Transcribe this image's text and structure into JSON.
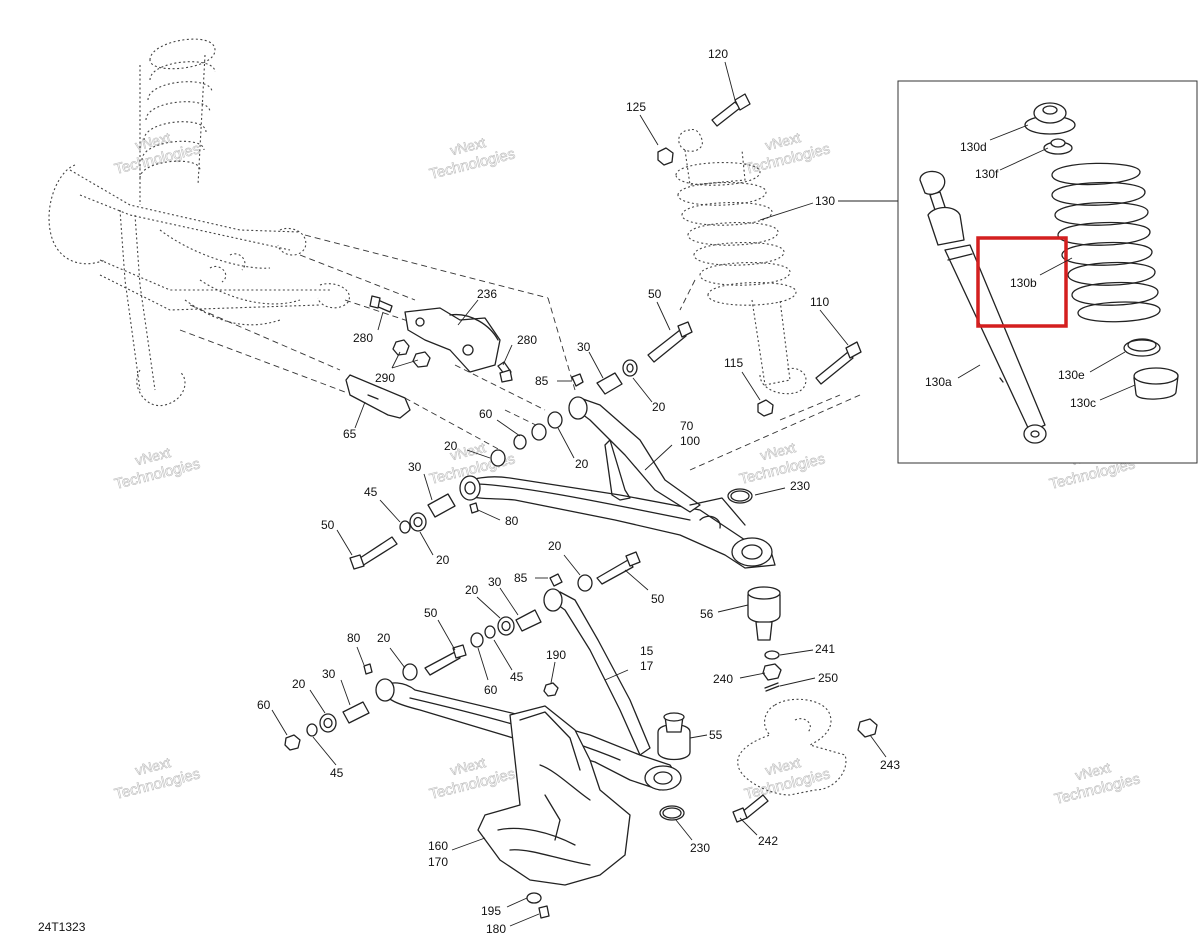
{
  "diagram": {
    "ref_code": "24T1323",
    "watermark": {
      "line1": "vNext",
      "line2": "Technologies"
    },
    "highlight_color": "#d41f1f",
    "callouts": {
      "c120": "120",
      "c125": "125",
      "c130": "130",
      "c110": "110",
      "c115": "115",
      "c236": "236",
      "c280a": "280",
      "c280b": "280",
      "c290": "290",
      "c65": "65",
      "c50a": "50",
      "c30a": "30",
      "c85a": "85",
      "c20a": "20",
      "c60a": "60",
      "c20b": "20",
      "c70": "70",
      "c100": "100",
      "c20c": "20",
      "c30b": "30",
      "c45a": "45",
      "c80a": "80",
      "c50b": "50",
      "c20d": "20",
      "c230a": "230",
      "c20e": "20",
      "c85b": "85",
      "c30c": "30",
      "c20f": "20",
      "c50c": "50",
      "c56": "56",
      "c50d": "50",
      "c80b": "80",
      "c20g": "20",
      "c60b": "60",
      "c45b": "45",
      "c15": "15",
      "c17": "17",
      "c190": "190",
      "c241": "241",
      "c240": "240",
      "c250": "250",
      "c30d": "30",
      "c20h": "20",
      "c60c": "60",
      "c45c": "45",
      "c55": "55",
      "c243": "243",
      "c160": "160",
      "c170": "170",
      "c230b": "230",
      "c242": "242",
      "c195": "195",
      "c180": "180",
      "c130d": "130d",
      "c130f": "130f",
      "c130b": "130b",
      "c130a": "130a",
      "c130e": "130e",
      "c130c": "130c"
    }
  }
}
